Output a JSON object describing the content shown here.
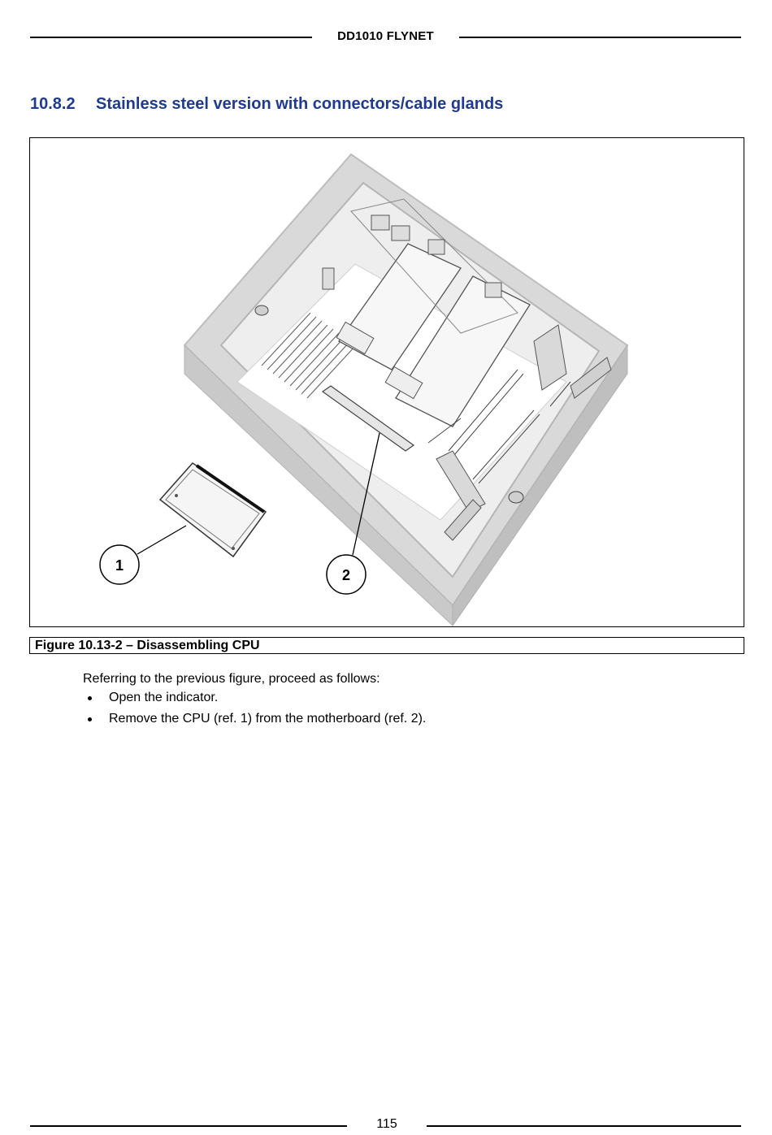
{
  "header": {
    "title": "DD1010 FLYNET"
  },
  "section": {
    "number": "10.8.2",
    "title": "Stainless steel version with connectors/cable glands"
  },
  "figure": {
    "callouts": [
      "1",
      "2"
    ],
    "caption": "Figure 10.13-2 – Disassembling CPU"
  },
  "body": {
    "intro": "Referring to the previous figure, proceed as follows:",
    "steps": [
      "Open the indicator.",
      "Remove the CPU (ref. 1) from the motherboard (ref. 2)."
    ]
  },
  "footer": {
    "page_number": "115"
  }
}
